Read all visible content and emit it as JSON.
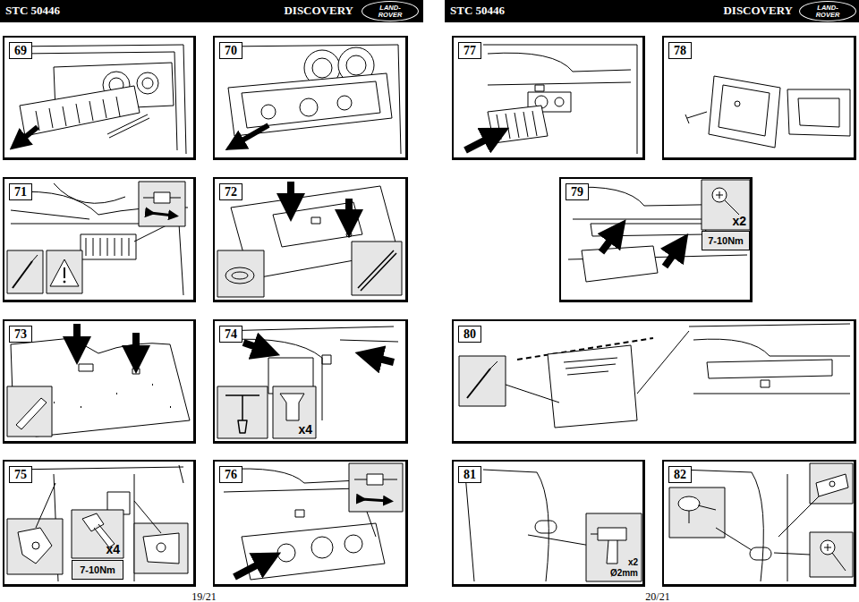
{
  "diagram": {
    "nodes": [
      {
        "text": [
          "STC 50446",
          "DISCOVERY"
        ]
      },
      {
        "text": [
          "LAND- ROVER"
        ],
        "in": 0
      },
      {
        "text": [
          "STC 50446",
          "DISCOVERY"
        ]
      },
      {
        "text": [
          "LAND- ROVER"
        ],
        "in": 2
      },
      {
        "text": [
          "69"
        ]
      },
      {
        "text": [
          "70"
        ]
      },
      {
        "text": [
          "71"
        ]
      },
      {
        "text": [
          "72"
        ]
      },
      {
        "text": [
          "73"
        ]
      },
      {
        "text": [
          "74"
        ]
      },
      {
        "text": [
          "x4"
        ],
        "in": 9
      },
      {
        "text": [
          "75"
        ]
      },
      {
        "text": [
          "x4"
        ],
        "in": 11
      },
      {
        "text": [
          "7-10Nm"
        ],
        "in": 11
      },
      {
        "text": [
          "76"
        ]
      },
      {
        "text": [
          "77"
        ]
      },
      {
        "text": [
          "78"
        ]
      },
      {
        "text": [
          "79"
        ]
      },
      {
        "text": [
          "x2"
        ],
        "in": 17
      },
      {
        "text": [
          "7-10Nm"
        ],
        "in": 17
      },
      {
        "text": [
          "80"
        ]
      },
      {
        "text": [
          "81"
        ]
      },
      {
        "text": [
          "x2",
          "Ø2mm"
        ],
        "in": 21
      },
      {
        "text": [
          "82"
        ]
      }
    ],
    "edges": [],
    "labels": [
      "19/21",
      "20/21"
    ]
  }
}
